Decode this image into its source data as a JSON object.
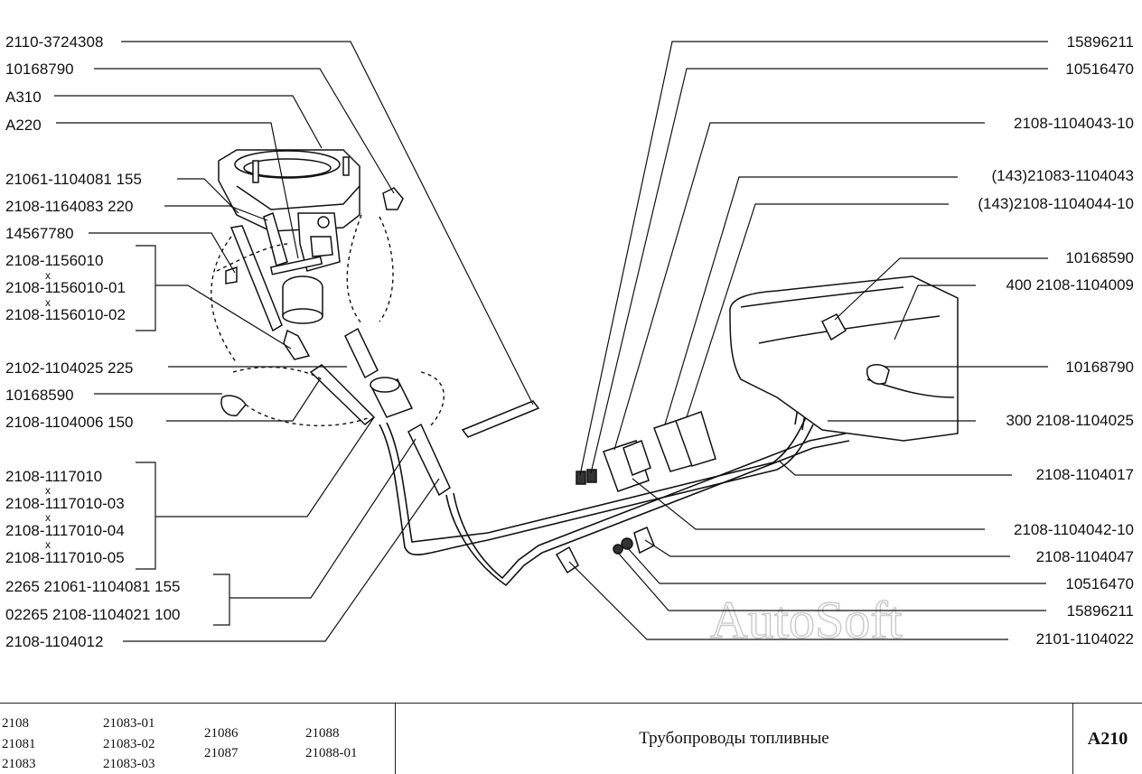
{
  "labels_left": [
    "2110-3724308",
    "10168790",
    "A310",
    "A220",
    "21061-1104081  155",
    "2108-1164083  220",
    "14567780",
    "2108-1156010",
    "2108-1156010-01",
    "2108-1156010-02",
    "2102-1104025  225",
    "10168590",
    "2108-1104006  150",
    "2108-1117010",
    "2108-1117010-03",
    "2108-1117010-04",
    "2108-1117010-05",
    "2265   21061-1104081  155",
    "02265  2108-1104021    100",
    "2108-1104012"
  ],
  "labels_right": [
    "15896211",
    "10516470",
    "2108-1104043-10",
    "(143)21083-1104043",
    "(143)2108-1104044-10",
    "10168590",
    "400  2108-1104009",
    "10168790",
    "300  2108-1104025",
    "2108-1104017",
    "2108-1104042-10",
    "2108-1104047",
    "10516470",
    "15896211",
    "2101-1104022"
  ],
  "variant_mark": "x",
  "watermark": "AutoSoft",
  "title_block": {
    "models": [
      [
        "2108",
        "21081",
        "21083"
      ],
      [
        "21083-01",
        "21083-02",
        "21083-03"
      ],
      [
        "21086",
        "21087"
      ],
      [
        "21088",
        "21088-01"
      ]
    ],
    "title": "Трубопроводы топливные",
    "code": "A210"
  }
}
